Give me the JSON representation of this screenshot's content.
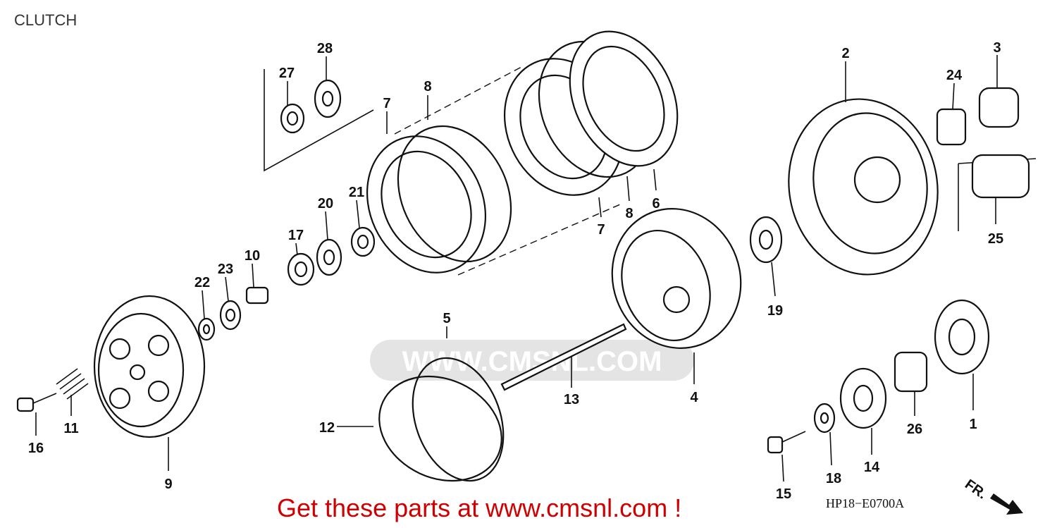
{
  "title": "CLUTCH",
  "diagram_code": "HP18−E0700A",
  "direction_label": "FR.",
  "watermark": "WWW.CMSNL.COM",
  "call_to_action": "Get these parts at www.cmsnl.com !",
  "callouts": [
    "1",
    "2",
    "3",
    "4",
    "5",
    "6",
    "7",
    "7",
    "8",
    "8",
    "9",
    "10",
    "11",
    "12",
    "13",
    "14",
    "15",
    "16",
    "17",
    "18",
    "19",
    "20",
    "21",
    "22",
    "23",
    "24",
    "25",
    "26",
    "27",
    "28"
  ]
}
